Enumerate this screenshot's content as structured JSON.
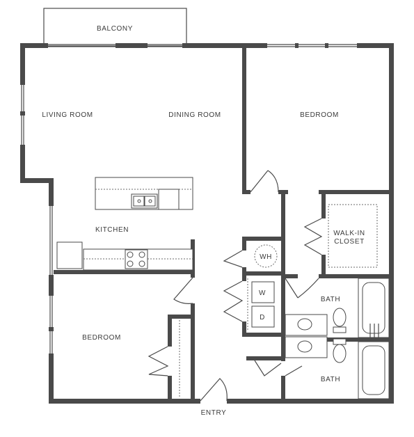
{
  "rooms": {
    "balcony": "BALCONY",
    "living_room": "LIVING ROOM",
    "dining_room": "DINING ROOM",
    "bedroom_1": "BEDROOM",
    "kitchen": "KITCHEN",
    "walk_in_closet_line1": "WALK-IN",
    "walk_in_closet_line2": "CLOSET",
    "water_heater": "WH",
    "washer": "W",
    "dryer": "D",
    "bath_1": "BATH",
    "bedroom_2": "BEDROOM",
    "bath_2": "BATH",
    "entry": "ENTRY"
  },
  "colors": {
    "wall": "#4a4a4a",
    "label": "#3a3a3a",
    "background": "#ffffff"
  }
}
